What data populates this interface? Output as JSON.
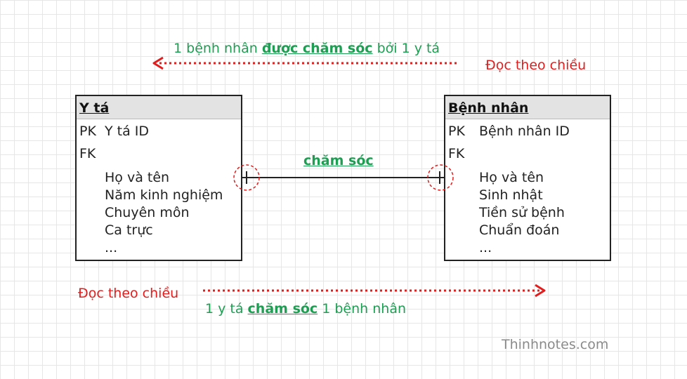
{
  "top_note": {
    "before": "1 bệnh nhân ",
    "verb": "được chăm sóc",
    "after": " bởi 1 y tá"
  },
  "top_direction": "Đọc theo chiều",
  "bottom_note": {
    "before": "1 y tá ",
    "verb": "chăm sóc",
    "after": " 1 bệnh nhân"
  },
  "bottom_direction": "Đọc theo chiều",
  "relationship_label": "chăm sóc",
  "entities": {
    "nurse": {
      "title": "Y tá",
      "pk_label": "PK",
      "pk_field": "Y tá ID",
      "fk_label": "FK",
      "attributes": [
        "Họ và tên",
        "Năm kinh nghiệm",
        "Chuyên môn",
        "Ca trực",
        "..."
      ]
    },
    "patient": {
      "title": "Bệnh nhân",
      "pk_label": "PK",
      "pk_field": "Bệnh nhân ID",
      "fk_label": "FK",
      "attributes": [
        "Họ và tên",
        "Sinh nhật",
        "Tiền sử bệnh",
        "Chuẩn đoán",
        "..."
      ]
    }
  },
  "watermark": "Thinhnotes.com",
  "colors": {
    "note_green": "#1e9e52",
    "arrow_red": "#e21d1d",
    "line": "#222222"
  }
}
